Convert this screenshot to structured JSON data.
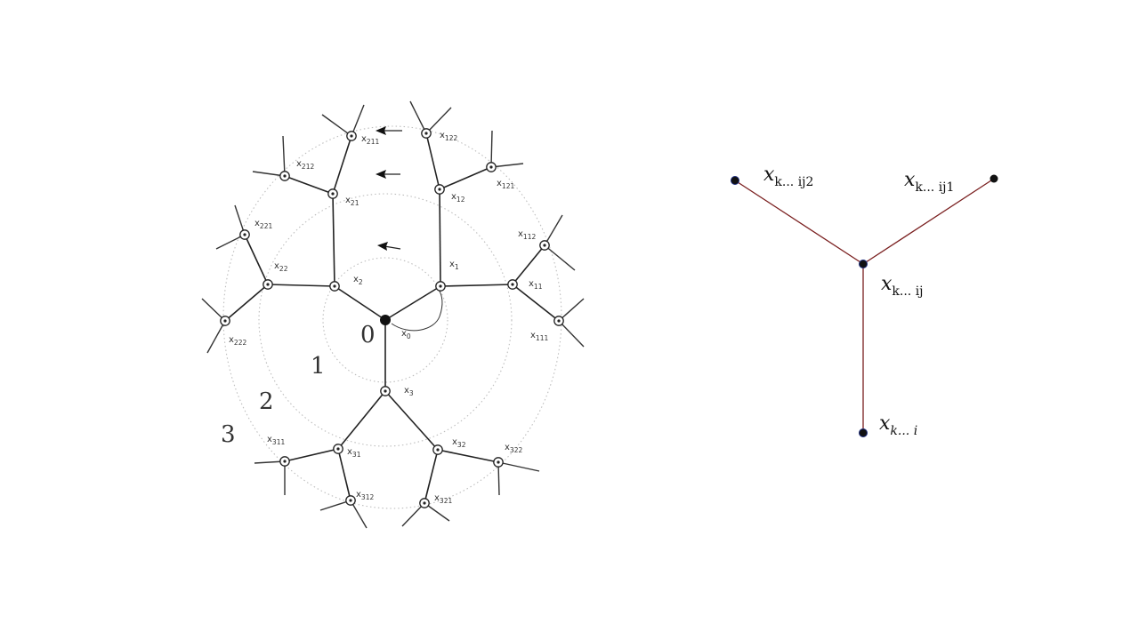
{
  "diagram_left": {
    "root_label": "0",
    "ring_labels": [
      "1",
      "2",
      "3"
    ],
    "node_labels": {
      "x0": "x0",
      "x1": "x1",
      "x2": "x2",
      "x3": "x3",
      "x11": "x11",
      "x12": "x12",
      "x21": "x21",
      "x22": "x22",
      "x31": "x31",
      "x32": "x32",
      "x111": "x111",
      "x112": "x112",
      "x121": "x121",
      "x122": "x122",
      "x211": "x211",
      "x212": "x212",
      "x221": "x221",
      "x222": "x222",
      "x311": "x311",
      "x312": "x312",
      "x321": "x321",
      "x322": "x322"
    }
  },
  "diagram_right": {
    "labels": {
      "leaf_left": "x",
      "leaf_left_sub": "k... ij2",
      "leaf_right": "x",
      "leaf_right_sub": "k... ij1",
      "center": "x",
      "center_sub": "k... ij",
      "bottom": "x",
      "bottom_sub": "k... i"
    }
  }
}
